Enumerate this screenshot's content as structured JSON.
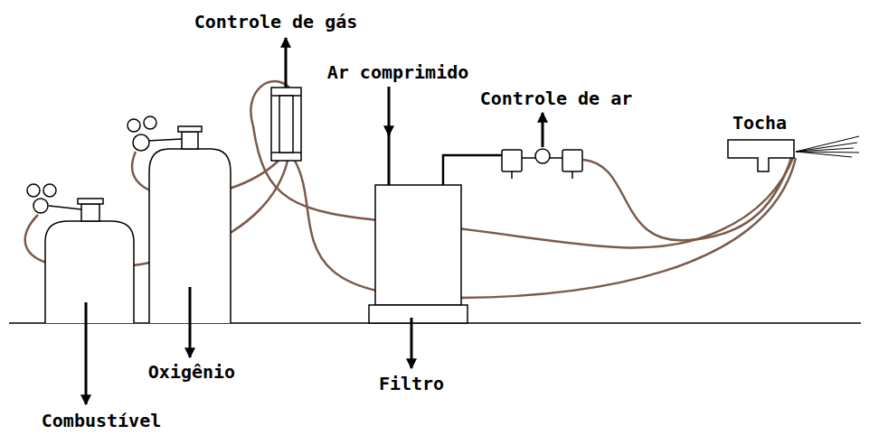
{
  "diagram": {
    "labels": [
      "Controle de gás",
      "Ar comprimido",
      "Controle de ar",
      "Tocha",
      "Oxigênio",
      "Filtro",
      "Combustível"
    ]
  }
}
